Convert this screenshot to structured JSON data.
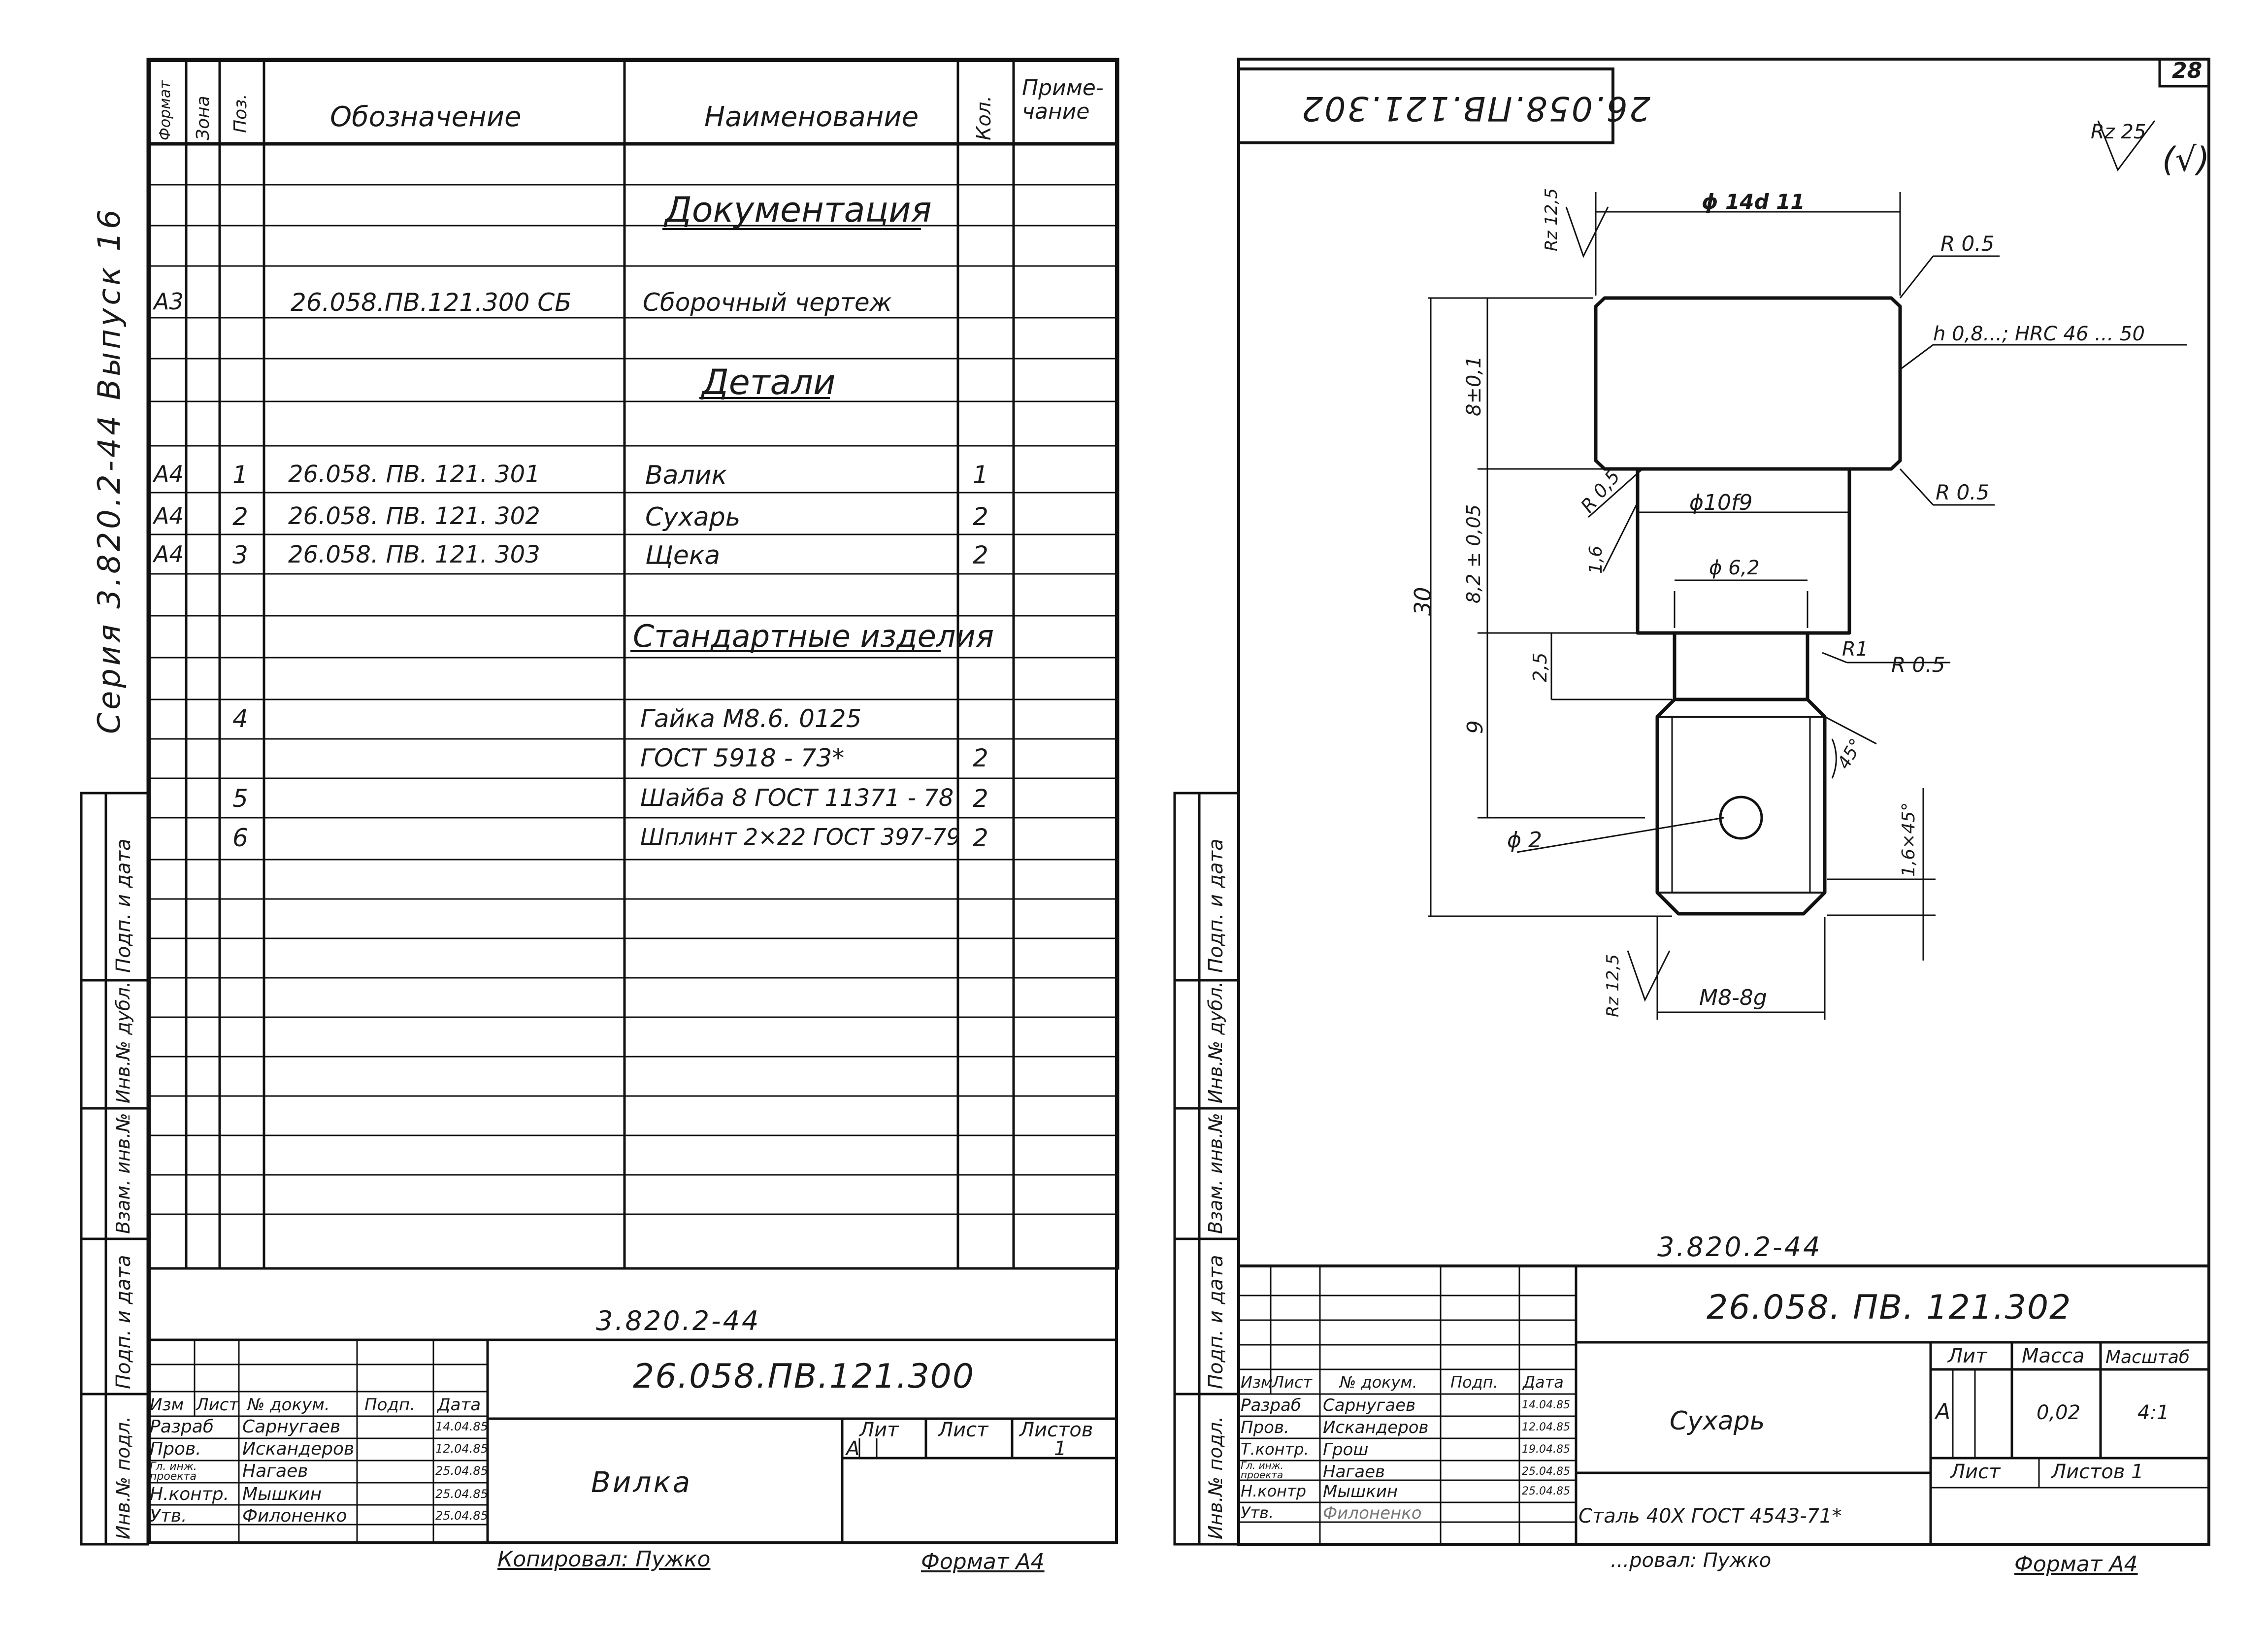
{
  "page_number": "28",
  "series_vertical": "Серия 3.820.2-44 Выпуск 16",
  "margin_stamps": [
    "Подп. и дата",
    "Инв.№ дубл.",
    "Взам. инв.№",
    "Подп. и дата",
    "Инв.№ подл."
  ],
  "spec": {
    "headers": {
      "format": "Формат",
      "zone": "Зона",
      "pos": "Поз.",
      "designation": "Обозначение",
      "name": "Наименование",
      "qty": "Кол.",
      "note": "Приме-\nчание"
    },
    "section_doc": "Документация",
    "doc_row": {
      "format": "А3",
      "designation": "26.058.ПВ.121.300 СБ",
      "name": "Сборочный   чертеж"
    },
    "section_parts": "Детали",
    "parts": [
      {
        "format": "А4",
        "pos": "1",
        "designation": "26.058. ПВ. 121. 301",
        "name": "Валик",
        "qty": "1"
      },
      {
        "format": "А4",
        "pos": "2",
        "designation": "26.058. ПВ. 121. 302",
        "name": "Сухарь",
        "qty": "2"
      },
      {
        "format": "А4",
        "pos": "3",
        "designation": "26.058. ПВ. 121. 303",
        "name": "Щека",
        "qty": "2"
      }
    ],
    "section_std": "Стандартные изделия",
    "std": [
      {
        "pos": "4",
        "name": "Гайка  М8.6. 0125",
        "qty": ""
      },
      {
        "pos": "",
        "name": "ГОСТ  5918 - 73*",
        "qty": "2"
      },
      {
        "pos": "5",
        "name": "Шайба 8 ГОСТ 11371 - 78",
        "qty": "2"
      },
      {
        "pos": "6",
        "name": "Шплинт 2×22 ГОСТ 397-79",
        "qty": "2"
      }
    ]
  },
  "left_title": {
    "top_code": "3.820.2-44",
    "code": "26.058.ПВ.121.300",
    "name": "Вилка",
    "col_heads": [
      "Изм",
      "Лист",
      "№ докум.",
      "Подп.",
      "Дата"
    ],
    "roles": [
      "Разраб",
      "Пров.",
      "Гл. инж. проекта",
      "Н.контр.",
      "Утв."
    ],
    "people": [
      "Сарнугаев",
      "Искандеров",
      "Нагаев",
      "Мышкин",
      "Филоненко"
    ],
    "dates": [
      "14.04.85",
      "12.04.85",
      "25.04.85",
      "25.04.85",
      "25.04.85"
    ],
    "lit": "Лит",
    "list": "Лист",
    "listov": "Листов",
    "lit_val": "А",
    "listov_val": "1",
    "footer_copied": "Копировал:  Пужко",
    "footer_format": "Формат А4"
  },
  "drawing": {
    "stamp_code": "26.058.ПВ.121.302",
    "rough_general": "Rz 25",
    "rough_general_paren": "(√)",
    "rz_top": "Rz 12,5",
    "rz_bottom": "Rz 12,5",
    "dims": {
      "d14": "ϕ 14d 11",
      "r05_a": "R 0.5",
      "h08": "h 0,8...;  HRC 46 ... 50",
      "r05_b": "R 0.5",
      "r05_c": "R 0,5",
      "d10": "ϕ10f9",
      "d62": "ϕ 6,2",
      "r1": "R1",
      "r05_d": "R 0.5",
      "l8": "8±0,1",
      "l82": "8,2 ± 0,05",
      "l30": "30",
      "l25": "2,5",
      "l9": "9",
      "l16": "1,6",
      "a45": "45°",
      "ch": "1,6×45°",
      "d2": "ϕ 2",
      "m8": "М8-8g"
    }
  },
  "right_title": {
    "top_code": "3.820.2-44",
    "code": "26.058. ПВ. 121.302",
    "name": "Сухарь",
    "material": "Сталь 40Х  ГОСТ 4543-71*",
    "col_heads": [
      "Изм",
      "Лист",
      "№ докум.",
      "Подп.",
      "Дата"
    ],
    "roles": [
      "Разраб",
      "Пров.",
      "Т.контр.",
      "Гл. инж. проекта",
      "Н.контр",
      "Утв."
    ],
    "people": [
      "Сарнугаев",
      "Искандеров",
      "Грош",
      "Нагаев",
      "Мышкин",
      "Филоненко"
    ],
    "dates": [
      "14.04.85",
      "12.04.85",
      "19.04.85",
      "25.04.85",
      "25.04.85",
      ""
    ],
    "lit": "Лит",
    "mass": "Масса",
    "scale": "Масштаб",
    "lit_val": "А",
    "mass_val": "0,02",
    "scale_val": "4:1",
    "list": "Лист",
    "listov": "Листов  1",
    "footer_copied": "...ровал:  Пужко",
    "footer_format": "Формат А4"
  }
}
